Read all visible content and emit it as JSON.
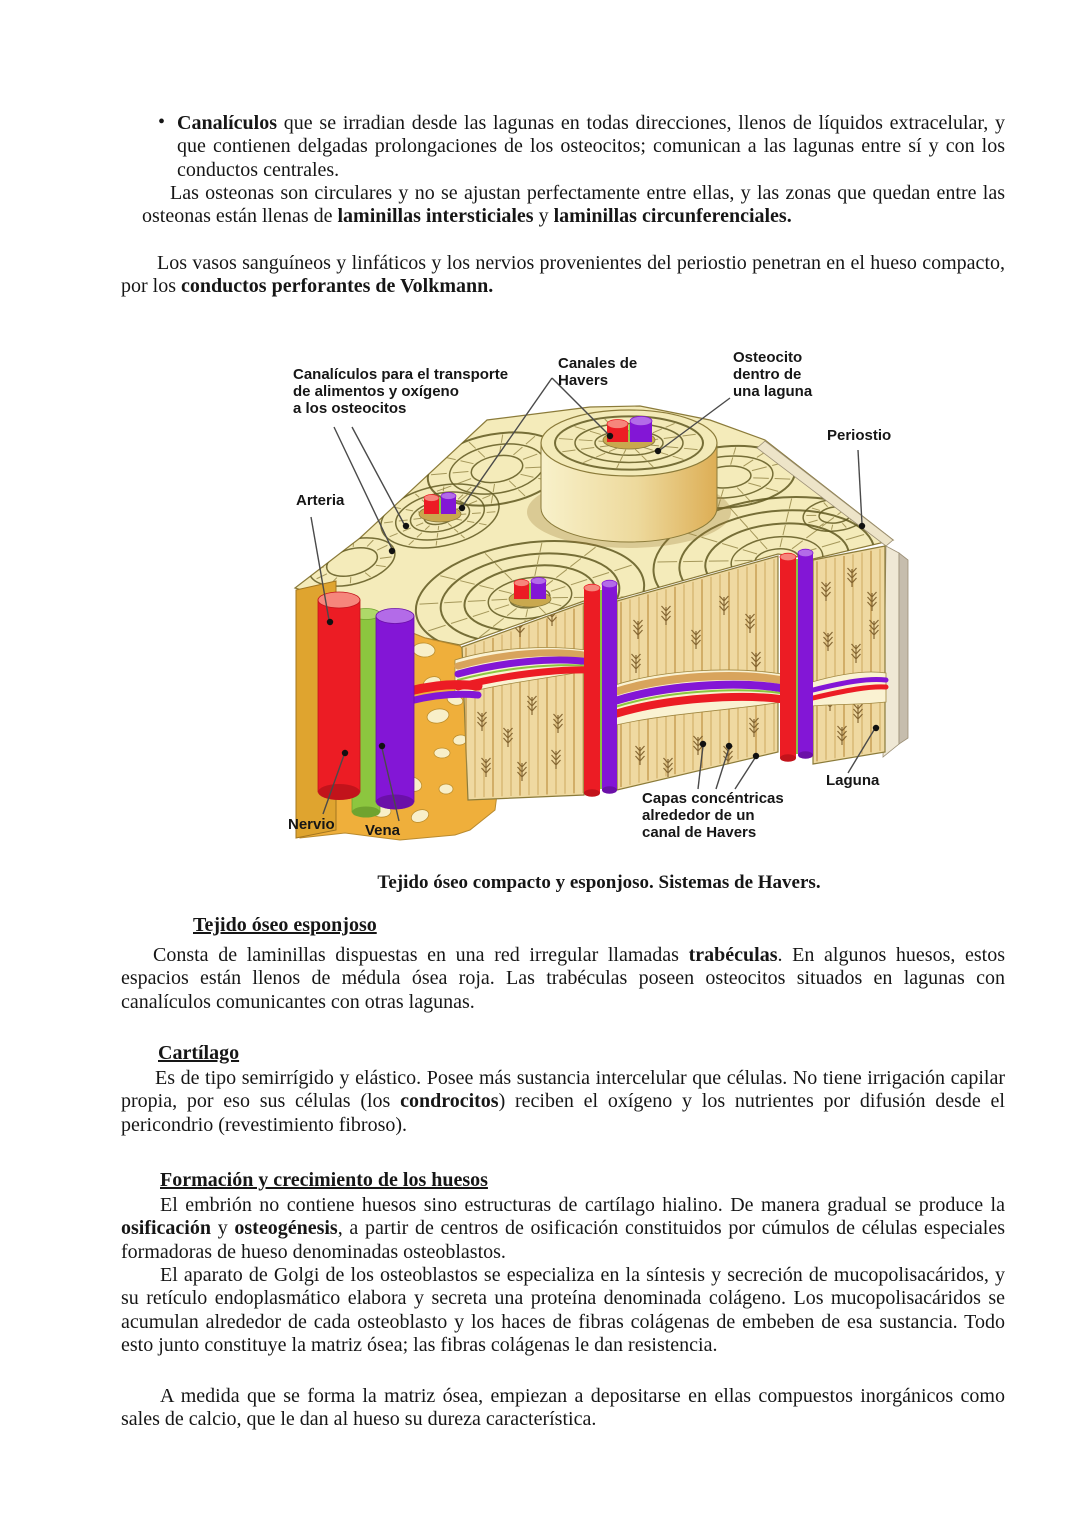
{
  "document": {
    "bullet_list": {
      "bullet": "•",
      "segments": [
        {
          "text": "Canalículos",
          "bold": true
        },
        {
          "text": " que se irradian desde las lagunas en todas direcciones, llenos de líquidos extracelular, y que contienen delgadas prolongaciones de los osteocitos; comunican a las lagunas entre sí y con los conductos centrales.",
          "bold": false
        }
      ]
    },
    "paragraph_osteonas": {
      "segments": [
        {
          "text": "Las osteonas son circulares y no se ajustan perfectamente entre ellas, y las zonas que quedan entre las osteonas están llenas de ",
          "bold": false
        },
        {
          "text": "laminillas intersticiales",
          "bold": true
        },
        {
          "text": " y ",
          "bold": false
        },
        {
          "text": "laminillas circunferenciales.",
          "bold": true
        }
      ]
    },
    "paragraph_vasos": {
      "segments": [
        {
          "text": "Los vasos sanguíneos y linfáticos y los nervios provenientes del periostio penetran en el hueso compacto, por los ",
          "bold": false
        },
        {
          "text": "conductos perforantes de Volkmann.",
          "bold": true
        }
      ]
    },
    "figure": {
      "caption": "Tejido óseo compacto y esponjoso. Sistemas de Havers.",
      "labels": {
        "canaliculos": "Canalículos para el transporte\nde alimentos y oxígeno\na los osteocitos",
        "canales_havers": "Canales de\nHavers",
        "osteocito": "Osteocito\ndentro de\nuna laguna",
        "periostio": "Periostio",
        "arteria": "Arteria",
        "nervio": "Nervio",
        "vena": "Vena",
        "capas": "Capas concéntricas\nalrededor de un\ncanal de Havers",
        "laguna": "Laguna"
      },
      "colors": {
        "artery_red": "#EC1C24",
        "artery_red_light": "#F6867C",
        "artery_red_dark": "#C2131B",
        "vein_purple": "#8316D6",
        "vein_purple_light": "#B36BE8",
        "vein_purple_dark": "#6B10A8",
        "nerve_green": "#8CC63F",
        "nerve_green_light": "#AED969",
        "nerve_green_dark": "#6FA32F",
        "bone_top": "#F4EBBA",
        "bone_front": "#EFD9A1",
        "spongy_gold": "#EFAF3B",
        "spongy_hole": "#F8EFC9",
        "slab_mustard": "#DFA42F",
        "ring_olive": "#5F5820",
        "tick_olive": "#8A7B3A",
        "striation": "#C79E52",
        "lacuna_brown": "#7A5B28",
        "canal_tan": "#C9A84E",
        "lens_cream": "#FAF2D2",
        "lens_tan": "#D8A45C",
        "periosteum_cream": "#EFE8D5",
        "periosteum_gray": "#C6BDAD",
        "outline": "#8B7B3A",
        "leader_line": "#4a4a4a",
        "dot_black": "#111111"
      }
    },
    "sections": [
      {
        "heading": "Tejido óseo esponjoso",
        "paragraphs": [
          {
            "segments": [
              {
                "text": "Consta de laminillas dispuestas en una red irregular llamadas ",
                "bold": false
              },
              {
                "text": "trabéculas",
                "bold": true
              },
              {
                "text": ". En algunos huesos, estos espacios están llenos de médula ósea roja. Las trabéculas poseen osteocitos situados en lagunas con canalículos comunicantes con otras lagunas.",
                "bold": false
              }
            ]
          }
        ]
      },
      {
        "heading": "Cartílago",
        "paragraphs": [
          {
            "segments": [
              {
                "text": "Es de tipo semirrígido y elástico. Posee más sustancia intercelular que células. No tiene irrigación capilar propia, por eso sus células (los ",
                "bold": false
              },
              {
                "text": "condrocitos",
                "bold": true
              },
              {
                "text": ") reciben el oxígeno y los nutrientes por difusión desde el pericondrio (revestimiento fibroso).",
                "bold": false
              }
            ]
          }
        ]
      },
      {
        "heading": "Formación y crecimiento de los huesos",
        "paragraphs": [
          {
            "segments": [
              {
                "text": "El embrión no contiene huesos sino estructuras de cartílago hialino. De manera gradual se produce la ",
                "bold": false
              },
              {
                "text": "osificación",
                "bold": true
              },
              {
                "text": " y ",
                "bold": false
              },
              {
                "text": "osteogénesis",
                "bold": true
              },
              {
                "text": ", a partir de centros de osificación constituidos por cúmulos de células especiales formadoras de hueso denominadas osteoblastos.",
                "bold": false
              }
            ]
          },
          {
            "segments": [
              {
                "text": "El aparato de Golgi de los osteoblastos se especializa en la síntesis y secreción de mucopolisacáridos, y su retículo endoplasmático elabora y secreta una proteína denominada colágeno. Los mucopolisacáridos se acumulan alrededor de cada osteoblasto y los haces de fibras colágenas de embeben de esa sustancia. Todo esto junto constituye la matriz ósea; las fibras colágenas le dan resistencia.",
                "bold": false
              }
            ]
          },
          {
            "segments": [
              {
                "text": "A medida que se forma la matriz ósea, empiezan a depositarse en ellas compuestos inorgánicos como sales de calcio, que le dan al hueso su dureza característica.",
                "bold": false
              }
            ]
          }
        ]
      }
    ]
  }
}
